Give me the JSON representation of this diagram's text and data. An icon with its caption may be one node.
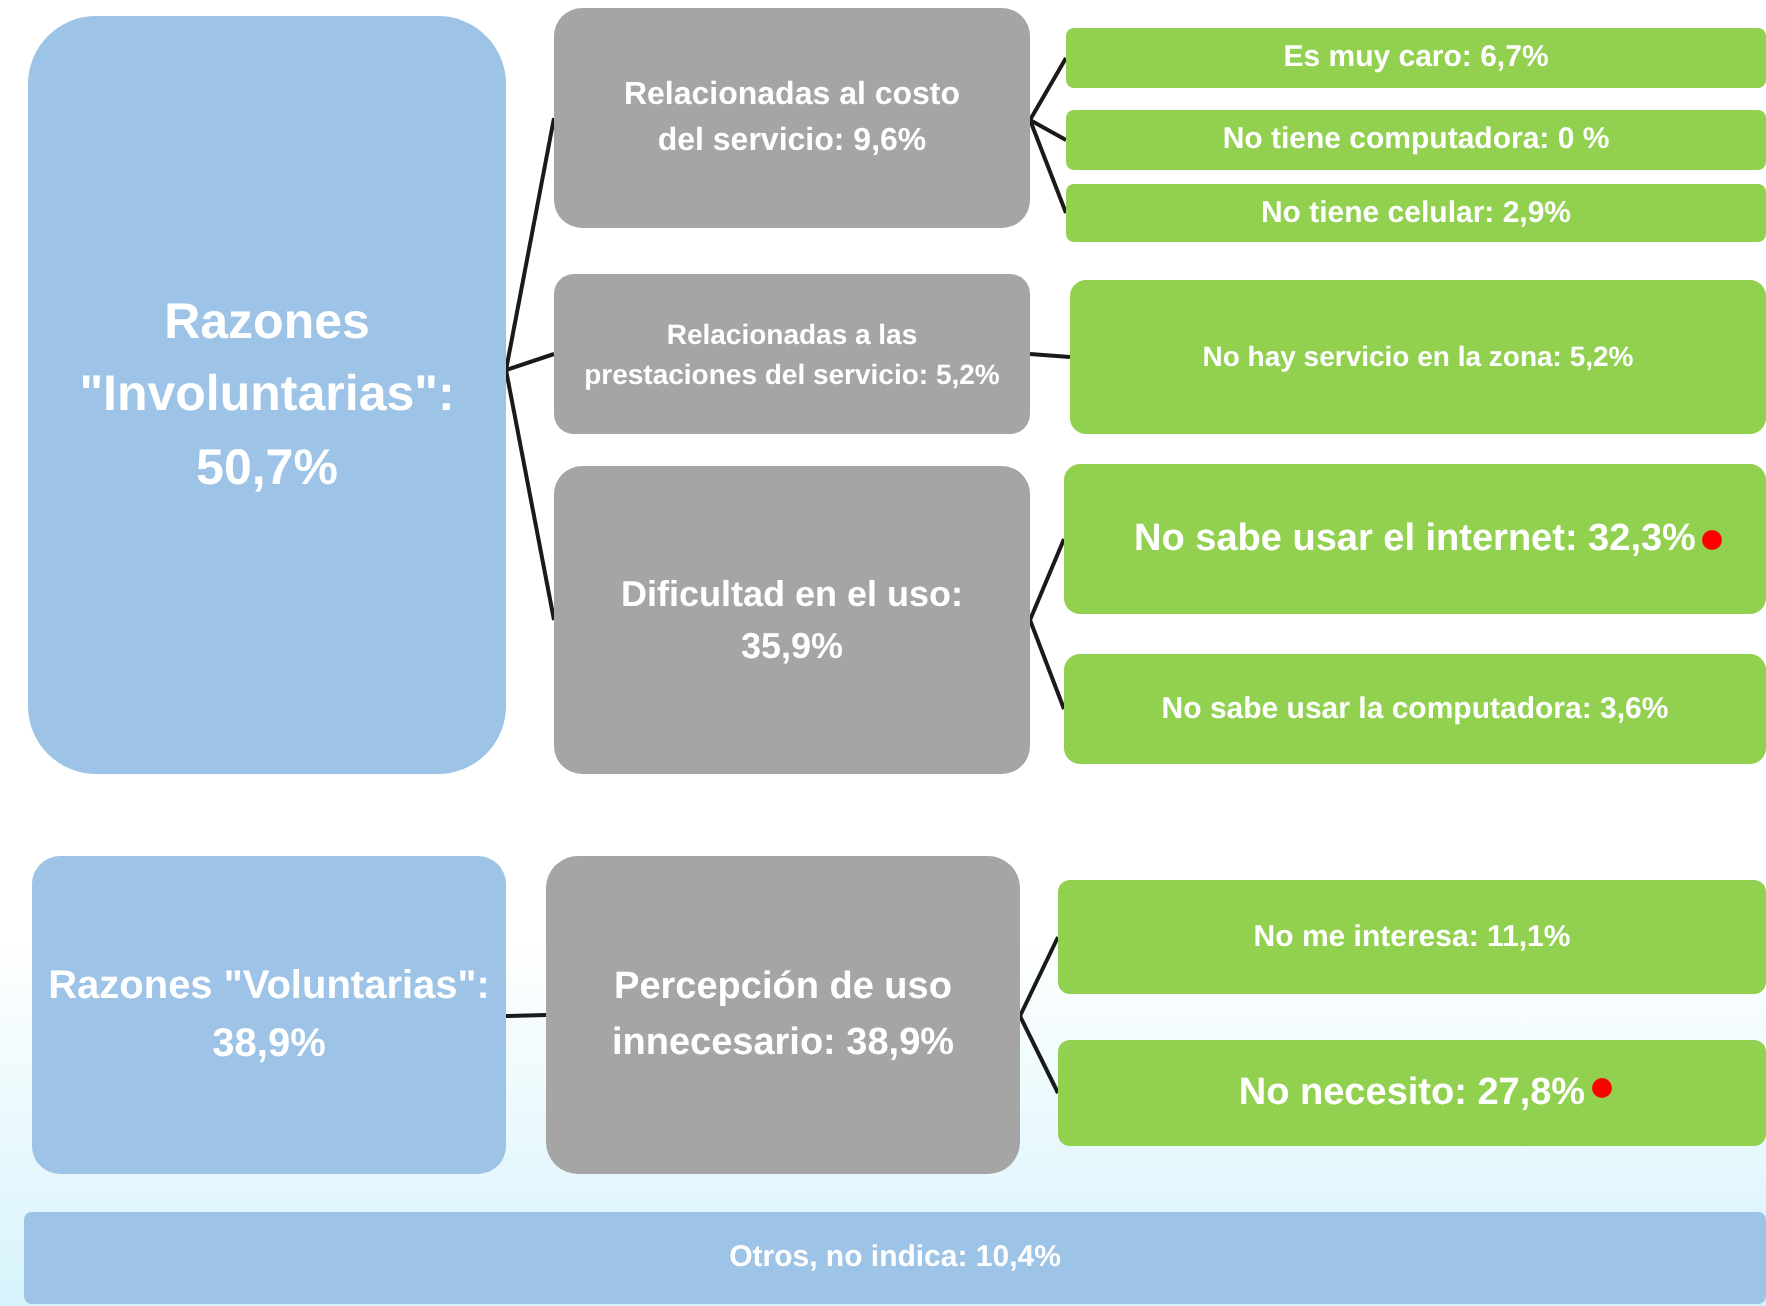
{
  "diagram": {
    "nodes": [
      {
        "text": [
          "Razones \"Involuntarias\": 50,7%"
        ]
      },
      {
        "text": [
          "Relacionadas al costo del servicio: 9,6%"
        ]
      },
      {
        "text": [
          "Es muy caro: 6,7%"
        ]
      },
      {
        "text": [
          "No tiene computadora: 0 %"
        ]
      },
      {
        "text": [
          "No tiene celular: 2,9%"
        ]
      },
      {
        "text": [
          "Relacionadas a las prestaciones del servicio: 5,2%"
        ]
      },
      {
        "text": [
          "No hay servicio en la zona: 5,2%"
        ]
      },
      {
        "text": [
          "Dificultad en el uso: 35,9%"
        ]
      },
      {
        "text": [
          "No sabe usar el internet: 32,3%"
        ]
      },
      {
        "text": [
          "No sabe usar la computadora: 3,6%"
        ]
      },
      {
        "text": [
          "Razones \"Voluntarias\": 38,9%"
        ]
      },
      {
        "text": [
          "Percepción de uso innecesario: 38,9%"
        ]
      },
      {
        "text": [
          "No me interesa: 11,1%"
        ]
      },
      {
        "text": [
          "No necesito: 27,8%"
        ]
      },
      {
        "text": [
          "Otros, no indica: 10,4%"
        ]
      }
    ],
    "edges": [
      {
        "from": 0,
        "to": 1,
        "arrow": "none"
      },
      {
        "from": 0,
        "to": 5,
        "arrow": "none"
      },
      {
        "from": 0,
        "to": 7,
        "arrow": "none"
      },
      {
        "from": 1,
        "to": 2,
        "arrow": "none"
      },
      {
        "from": 1,
        "to": 3,
        "arrow": "none"
      },
      {
        "from": 1,
        "to": 4,
        "arrow": "none"
      },
      {
        "from": 5,
        "to": 6,
        "arrow": "none"
      },
      {
        "from": 7,
        "to": 8,
        "arrow": "none"
      },
      {
        "from": 7,
        "to": 9,
        "arrow": "none"
      },
      {
        "from": 10,
        "to": 11,
        "arrow": "none"
      },
      {
        "from": 11,
        "to": 12,
        "arrow": "none"
      },
      {
        "from": 11,
        "to": 13,
        "arrow": "none"
      }
    ]
  }
}
